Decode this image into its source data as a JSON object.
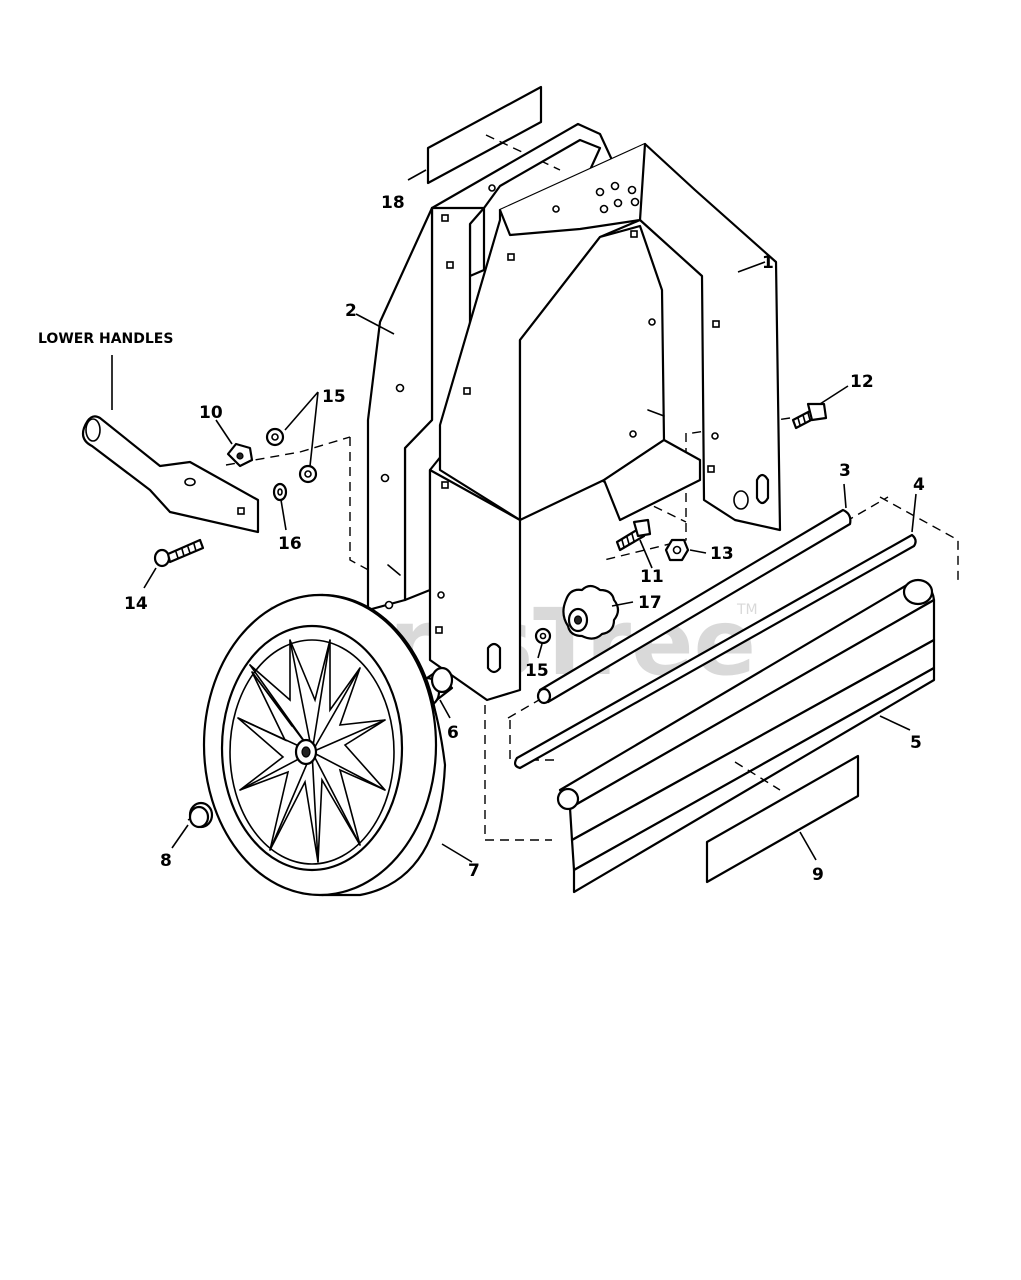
{
  "labels": {
    "lower_handles": "LOWER HANDLES",
    "p1": "1",
    "p2": "2",
    "p3": "3",
    "p4": "4",
    "p5": "5",
    "p6": "6",
    "p7": "7",
    "p8": "8",
    "p9": "9",
    "p10": "10",
    "p11": "11",
    "p12": "12",
    "p13": "13",
    "p14": "14",
    "p15a": "15",
    "p15b": "15",
    "p16": "16",
    "p17": "17",
    "p18": "18"
  },
  "watermark": {
    "text": "PartsTree",
    "tm": "TM"
  }
}
